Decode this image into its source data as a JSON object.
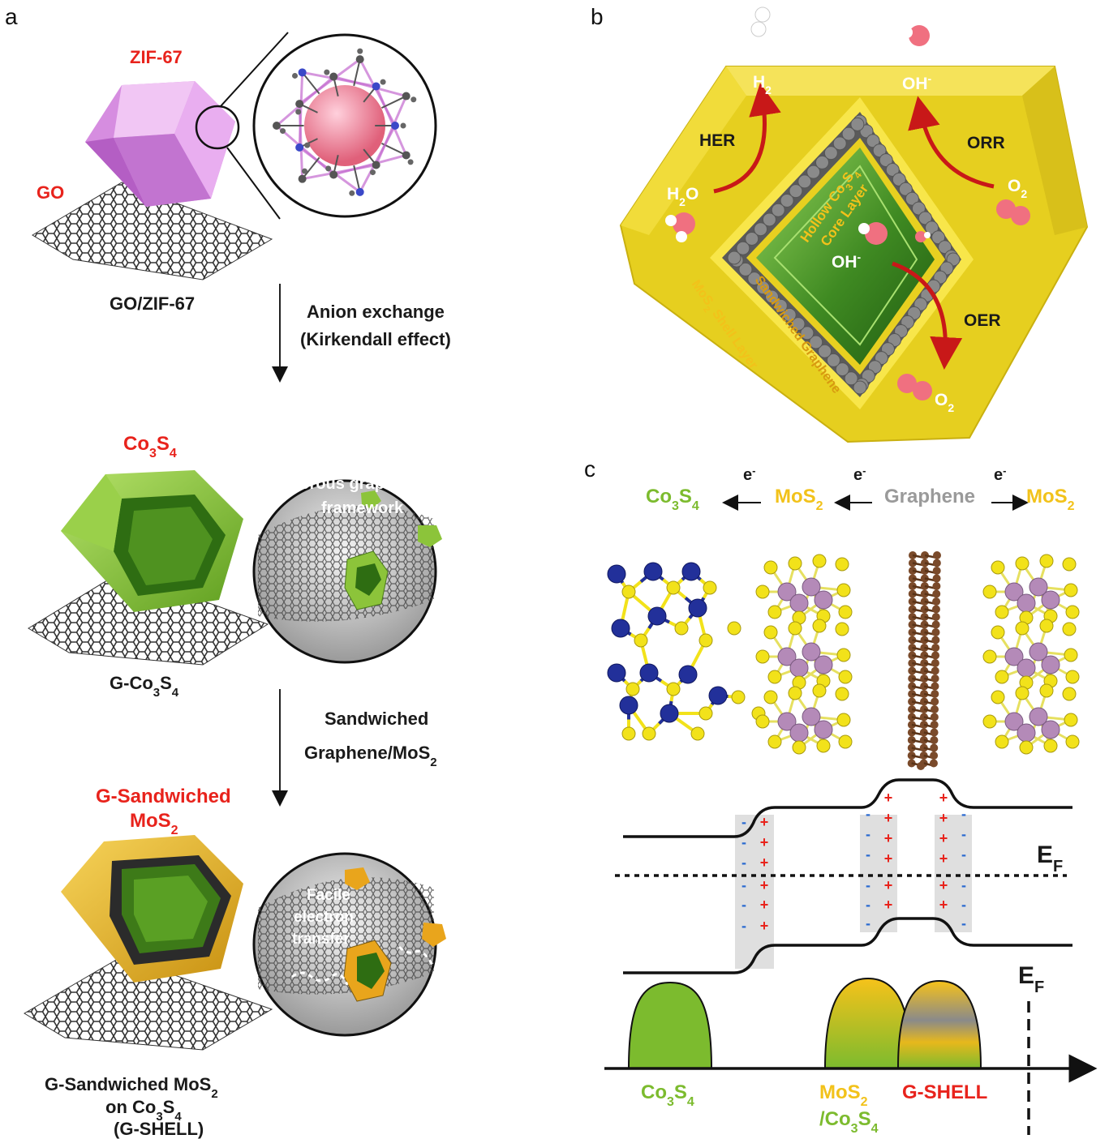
{
  "panels": {
    "a": "a",
    "b": "b",
    "c": "c"
  },
  "panel_a": {
    "zif_label": "ZIF-67",
    "go_label": "GO",
    "caption_1": "GO/ZIF-67",
    "step_1": [
      "Anion exchange",
      "(Kirkendall effect)"
    ],
    "co3s4_label": {
      "base": "Co",
      "s1": "3",
      "mid": "S",
      "s2": "4"
    },
    "porous_label": [
      "Porous graphene",
      "framework"
    ],
    "caption_2": {
      "base": "G-Co",
      "s1": "3",
      "mid": "S",
      "s2": "4"
    },
    "step_2": {
      "line1": "Sandwiched",
      "line2_base": "Graphene/MoS",
      "line2_sub": "2"
    },
    "gsand_label": {
      "line1": "G-Sandwiched",
      "line2_base": "MoS",
      "line2_sub": "2"
    },
    "facile_label": [
      "Facile",
      "electron",
      "transfer"
    ],
    "caption_3": {
      "line1_base": "G-Sandwiched MoS",
      "line1_sub": "2",
      "line2_base": "on Co",
      "line2_s1": "3",
      "line2_mid": "S",
      "line2_s2": "4",
      "line3": "(G-SHELL)"
    }
  },
  "panel_b": {
    "h2": {
      "base": "H",
      "sub": "2"
    },
    "ohm_top": {
      "base": "OH",
      "sup": "-"
    },
    "her": "HER",
    "orr": "ORR",
    "h2o": {
      "base": "H",
      "sub": "2",
      "rest": "O"
    },
    "o2_right": {
      "base": "O",
      "sub": "2"
    },
    "core_layer": {
      "line1_base": "Hollow Co",
      "s1": "3",
      "mid": "S",
      "s2": "4",
      "line2": "Core Layer"
    },
    "ohm_center": {
      "base": "OH",
      "sup": "-"
    },
    "oer": "OER",
    "o2_bottom": {
      "base": "O",
      "sub": "2"
    },
    "shell_layer": {
      "base": "MoS",
      "sub": "2",
      "rest": " Shell Layer"
    },
    "graphene_layer": "Sandwiched Graphene"
  },
  "panel_c": {
    "header": {
      "co3s4": {
        "base": "Co",
        "s1": "3",
        "mid": "S",
        "s2": "4"
      },
      "mos2_a": {
        "base": "MoS",
        "sub": "2"
      },
      "graphene": "Graphene",
      "mos2_b": {
        "base": "MoS",
        "sub": "2"
      },
      "electron": {
        "base": "e",
        "sup": "-"
      }
    },
    "ef_top": {
      "base": "E",
      "sub": "F"
    },
    "ef_bottom": {
      "base": "E",
      "sub": "F"
    },
    "charge_plus": "+",
    "charge_minus": "-",
    "dos_labels": {
      "co3s4": {
        "base": "Co",
        "s1": "3",
        "mid": "S",
        "s2": "4"
      },
      "mos2_co3s4": {
        "line1_base": "MoS",
        "line1_sub": "2",
        "line2_base": "/Co",
        "s1": "3",
        "mid": "S",
        "s2": "4"
      },
      "gshell": "G-SHELL"
    }
  },
  "colors": {
    "red": "#e8231c",
    "yellow": "#f2c21a",
    "green": "#7cbb2e",
    "purple": "#c46ad0",
    "gray": "#9a9a9a",
    "blue": "#22309a",
    "brown": "#7a4a2a",
    "mauve": "#b48ab8"
  }
}
